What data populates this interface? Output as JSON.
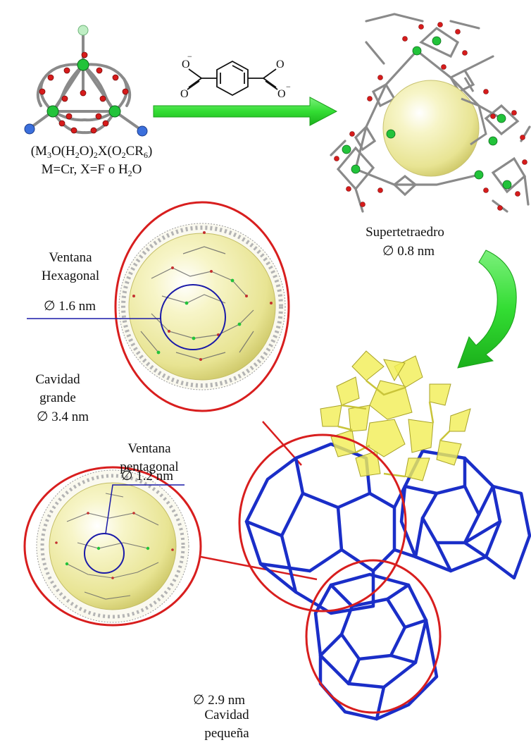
{
  "formula": {
    "cluster_parts": [
      "(M",
      "3",
      "O(H",
      "2",
      "O)",
      "2",
      "X(O",
      "2",
      "CR",
      "6",
      ")"
    ],
    "metal_line_parts": [
      "M=Cr, X=F  o H",
      "2",
      "O"
    ]
  },
  "labels": {
    "supertetraedro": "Supertetraedro",
    "supertetraedro_size": "∅ 0.8 nm",
    "ventana_hex_line1": "Ventana",
    "ventana_hex_line2": "Hexagonal",
    "ventana_hex_size": "∅ 1.6 nm",
    "cavidad_grande_line1": "Cavidad",
    "cavidad_grande_line2": "grande",
    "cavidad_grande_size": "∅ 3.4 nm",
    "ventana_pent_line1": "Ventana",
    "ventana_pent_line2": "pentagonal",
    "ventana_pent_size": "∅ 1.2 nm",
    "cavidad_pequena_size": "∅ 2.9 nm",
    "cavidad_pequena_line1": "Cavidad",
    "cavidad_pequena_line2": "pequeña"
  },
  "colors": {
    "arrow_green": "#33dd33",
    "ring_red": "#d81e1e",
    "window_blue": "#1a1aa8",
    "framework_blue": "#1a2ec8",
    "polyhedra_yellow": "#f2ee58",
    "sphere_yellow": "#f2f0a8"
  }
}
